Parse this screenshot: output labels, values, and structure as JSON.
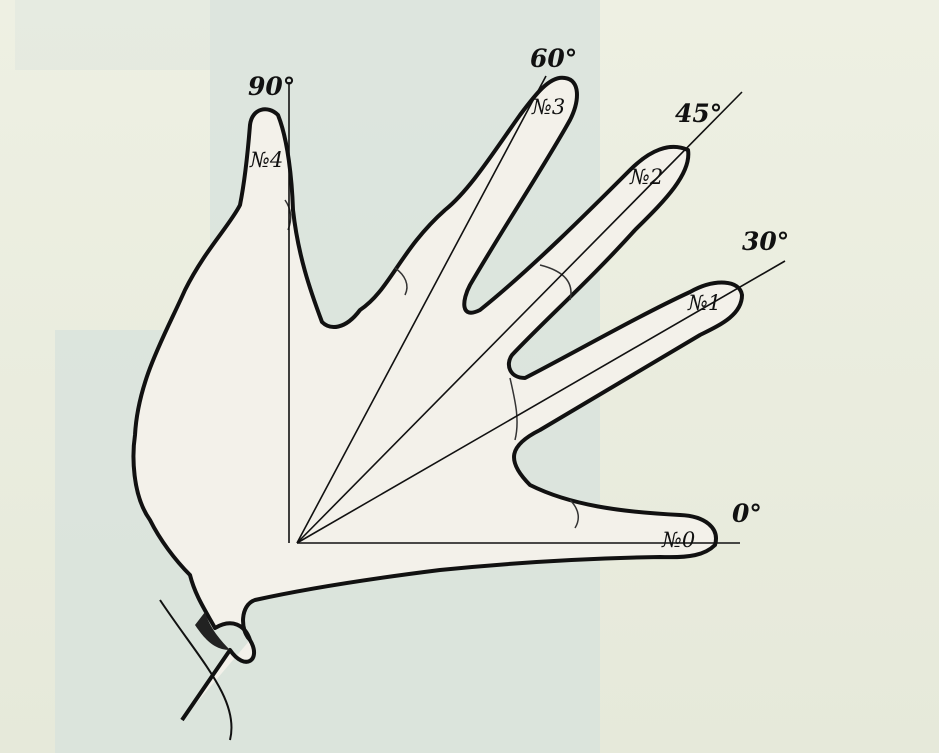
{
  "angle_labels": {
    "a0": "0°",
    "a30": "30°",
    "a45": "45°",
    "a60": "60°",
    "a90": "90°"
  },
  "finger_labels": {
    "f0": "№0",
    "f1": "№1",
    "f2": "№2",
    "f3": "№3",
    "f4": "№4"
  },
  "colors": {
    "background": "#e9ebdd",
    "ink": "#111111",
    "skin": "#f3f1ea"
  }
}
